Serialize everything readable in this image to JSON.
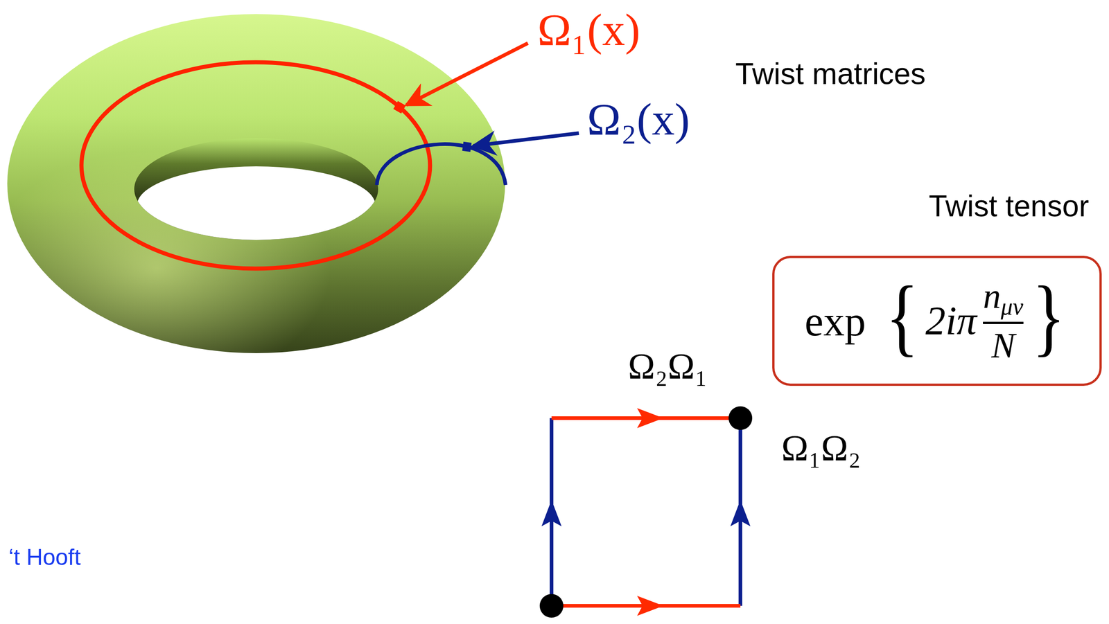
{
  "diagram": {
    "nodes": [
      {
        "text": [
          "Twist tensor",
          "exp",
          "{",
          "2iπ",
          "n",
          "μν",
          "N",
          "}"
        ]
      }
    ],
    "labels": [
      "Ω₁(x)",
      "Ω₂(x)",
      "Twist matrices",
      "Ω₂Ω₁",
      "Ω₁Ω₂",
      "‘t Hooft"
    ]
  }
}
